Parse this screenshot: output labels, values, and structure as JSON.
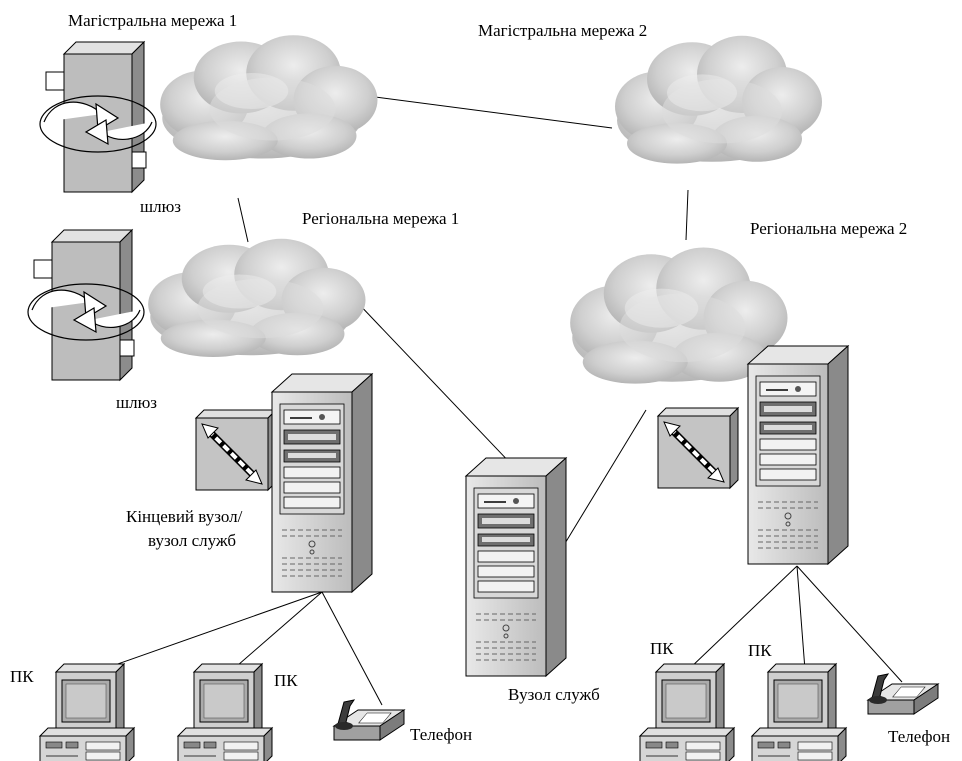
{
  "labels": {
    "backbone_1": "Магістральна мережа 1",
    "backbone_2": "Магістральна мережа 2",
    "regional_1": "Регіональна мережа 1",
    "regional_2": "Регіональна мережа 2",
    "gateway_top": "шлюз",
    "gateway_bottom": "шлюз",
    "end_node_line1": "Кінцевий вузол/",
    "end_node_line2": "вузол служб",
    "service_node": "Вузол служб",
    "pc_1": "ПК",
    "pc_2": "ПК",
    "pc_3": "ПК",
    "pc_4": "ПК",
    "phone_1": "Телефон",
    "phone_2": "Телефон"
  },
  "colors": {
    "cloud_fill": "#c8c8c8",
    "device_fill": "#bdbdbd",
    "device_dark": "#8c8c8c",
    "screen_fill": "#a9a9a9",
    "line": "#000000"
  }
}
